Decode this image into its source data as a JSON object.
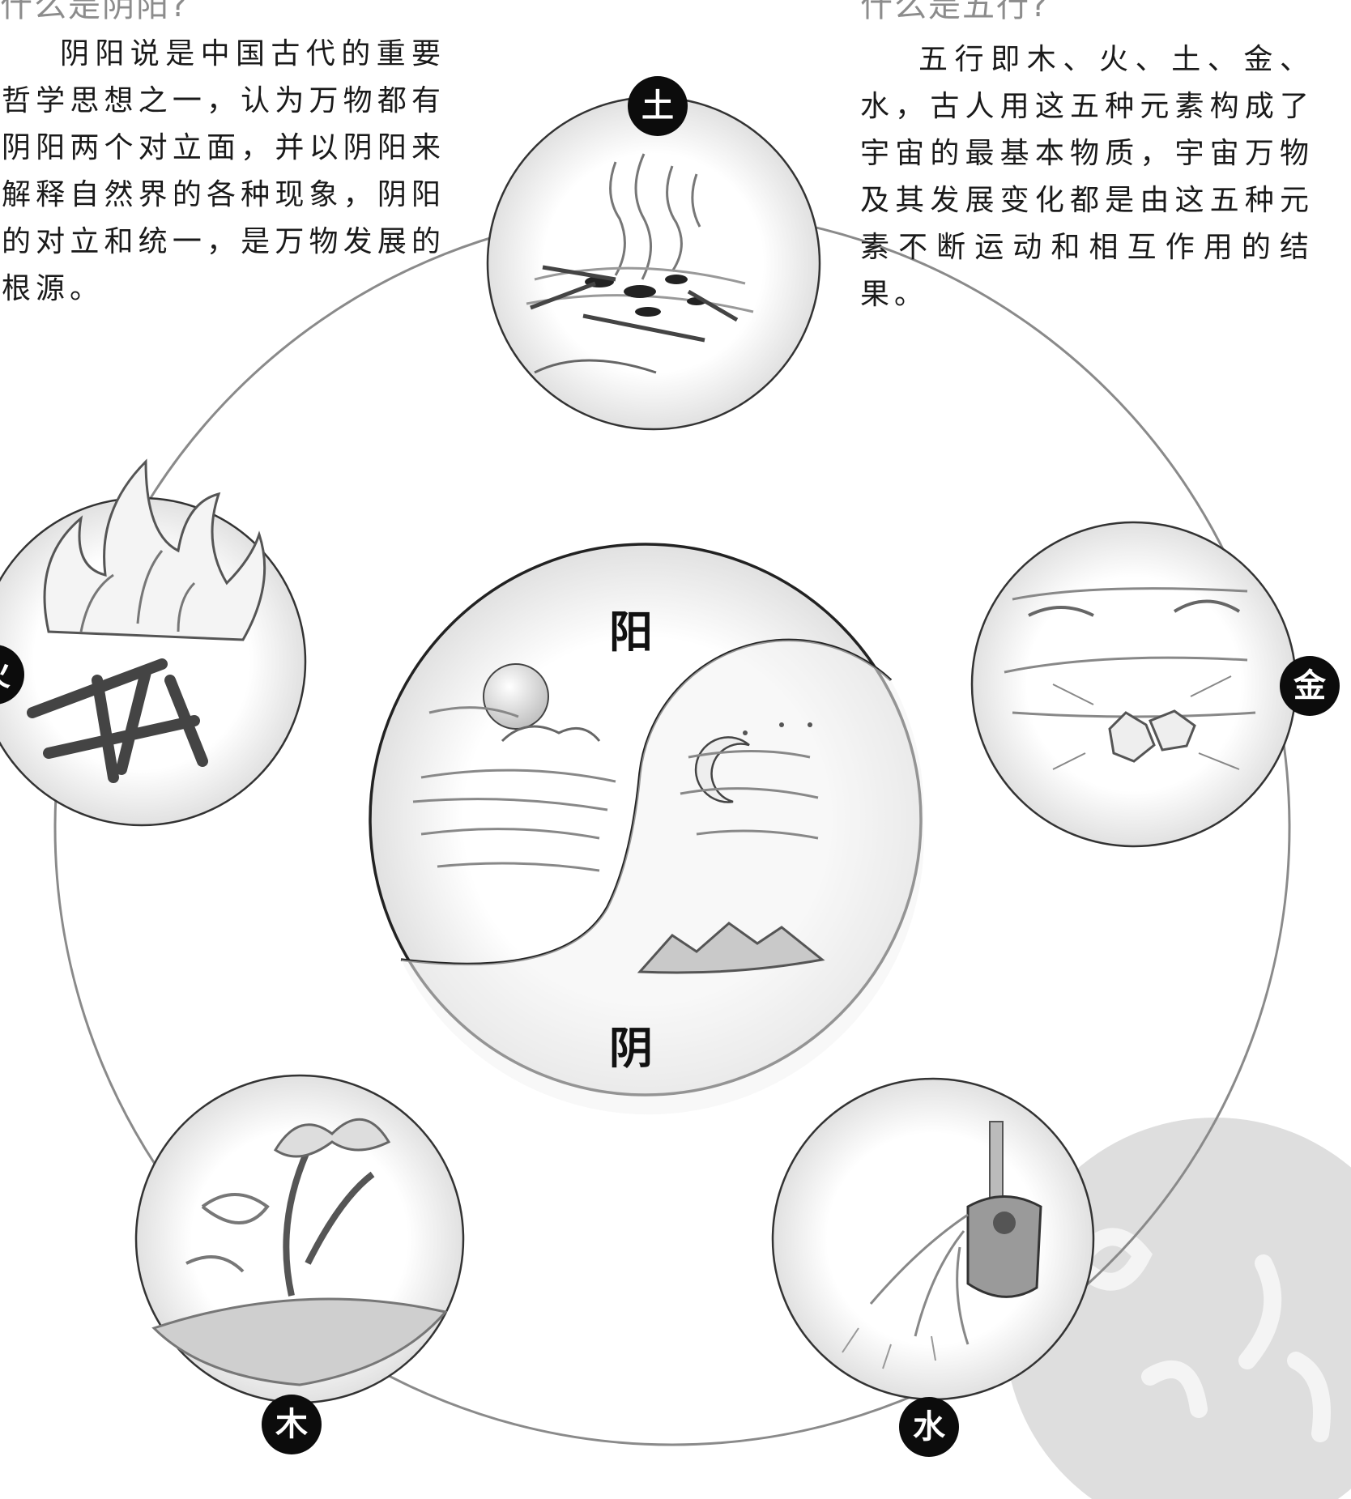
{
  "left_section": {
    "heading": "什么是阴阳?",
    "paragraph": "阴阳说是中国古代的重要哲学思想之一，认为万物都有阴阳两个对立面，并以阴阳来解释自然界的各种现象，阴阳的对立和统一，是万物发展的根源。"
  },
  "right_section": {
    "heading": "什么是五行?",
    "paragraph": "五行即木、火、土、金、水，古人用这五种元素构成了宇宙的最基本物质，宇宙万物及其发展变化都是由这五种元素不断运动和相互作用的结果。"
  },
  "center": {
    "yang": "阳",
    "yin": "阴"
  },
  "elements": {
    "earth": "土",
    "metal": "金",
    "water": "水",
    "wood": "木",
    "fire": "火"
  },
  "colors": {
    "ring_line": "#8a8a8a",
    "tag_fill": "#0c0c0c",
    "seal_gray": "#d9d9d9"
  }
}
